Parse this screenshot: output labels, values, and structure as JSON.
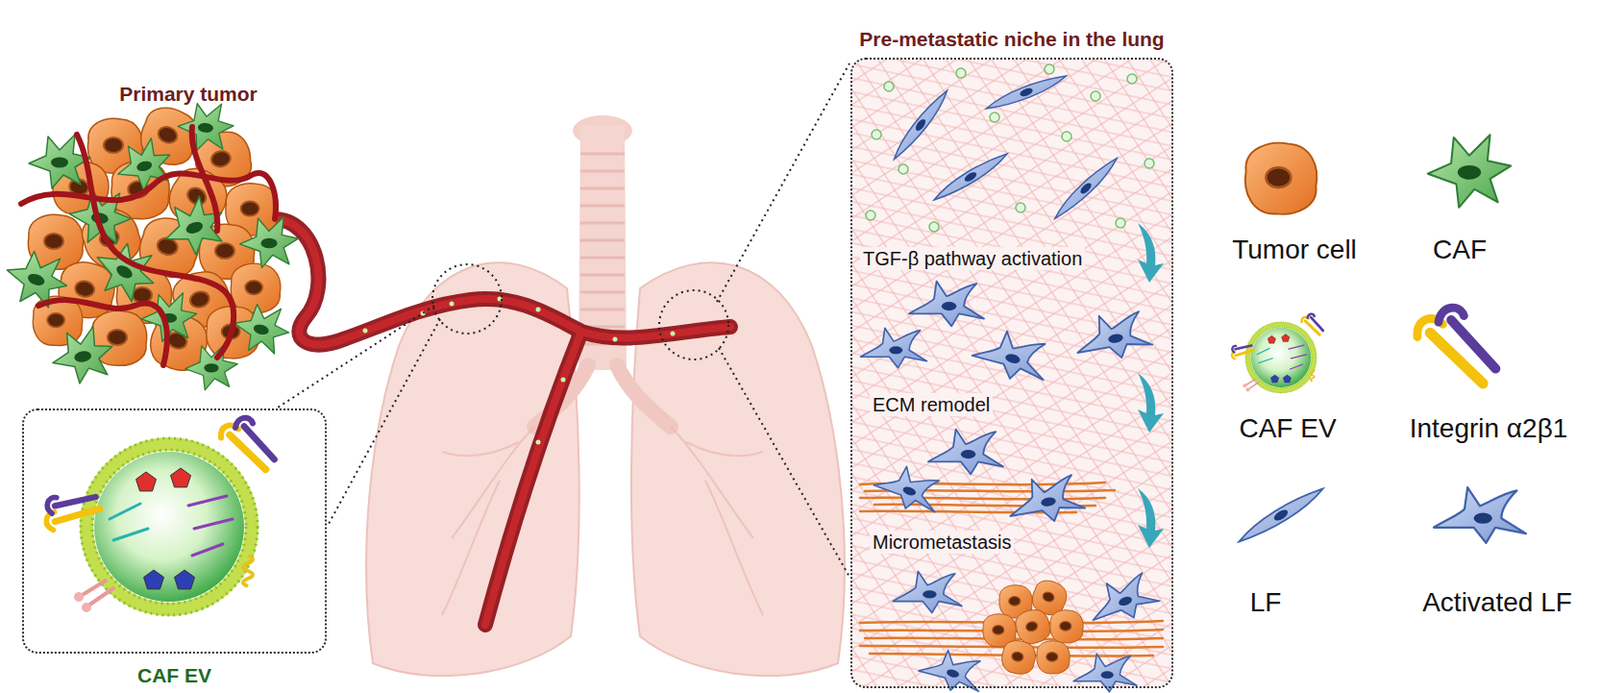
{
  "diagram": {
    "nodes": [
      {
        "text": [
          "CAF EV"
        ]
      },
      {
        "text": [
          "Pre-metastatic niche in the lung",
          "TGF-β pathway activation",
          "ECM remodel",
          "Micrometastasis"
        ]
      }
    ],
    "labels": [
      "Primary tumor"
    ],
    "legend": [
      {
        "text": "Tumor cell"
      },
      {
        "text": "CAF"
      },
      {
        "text": "CAF EV"
      },
      {
        "text": "Integrin α2β1"
      },
      {
        "text": "LF"
      },
      {
        "text": "Activated LF"
      }
    ]
  }
}
